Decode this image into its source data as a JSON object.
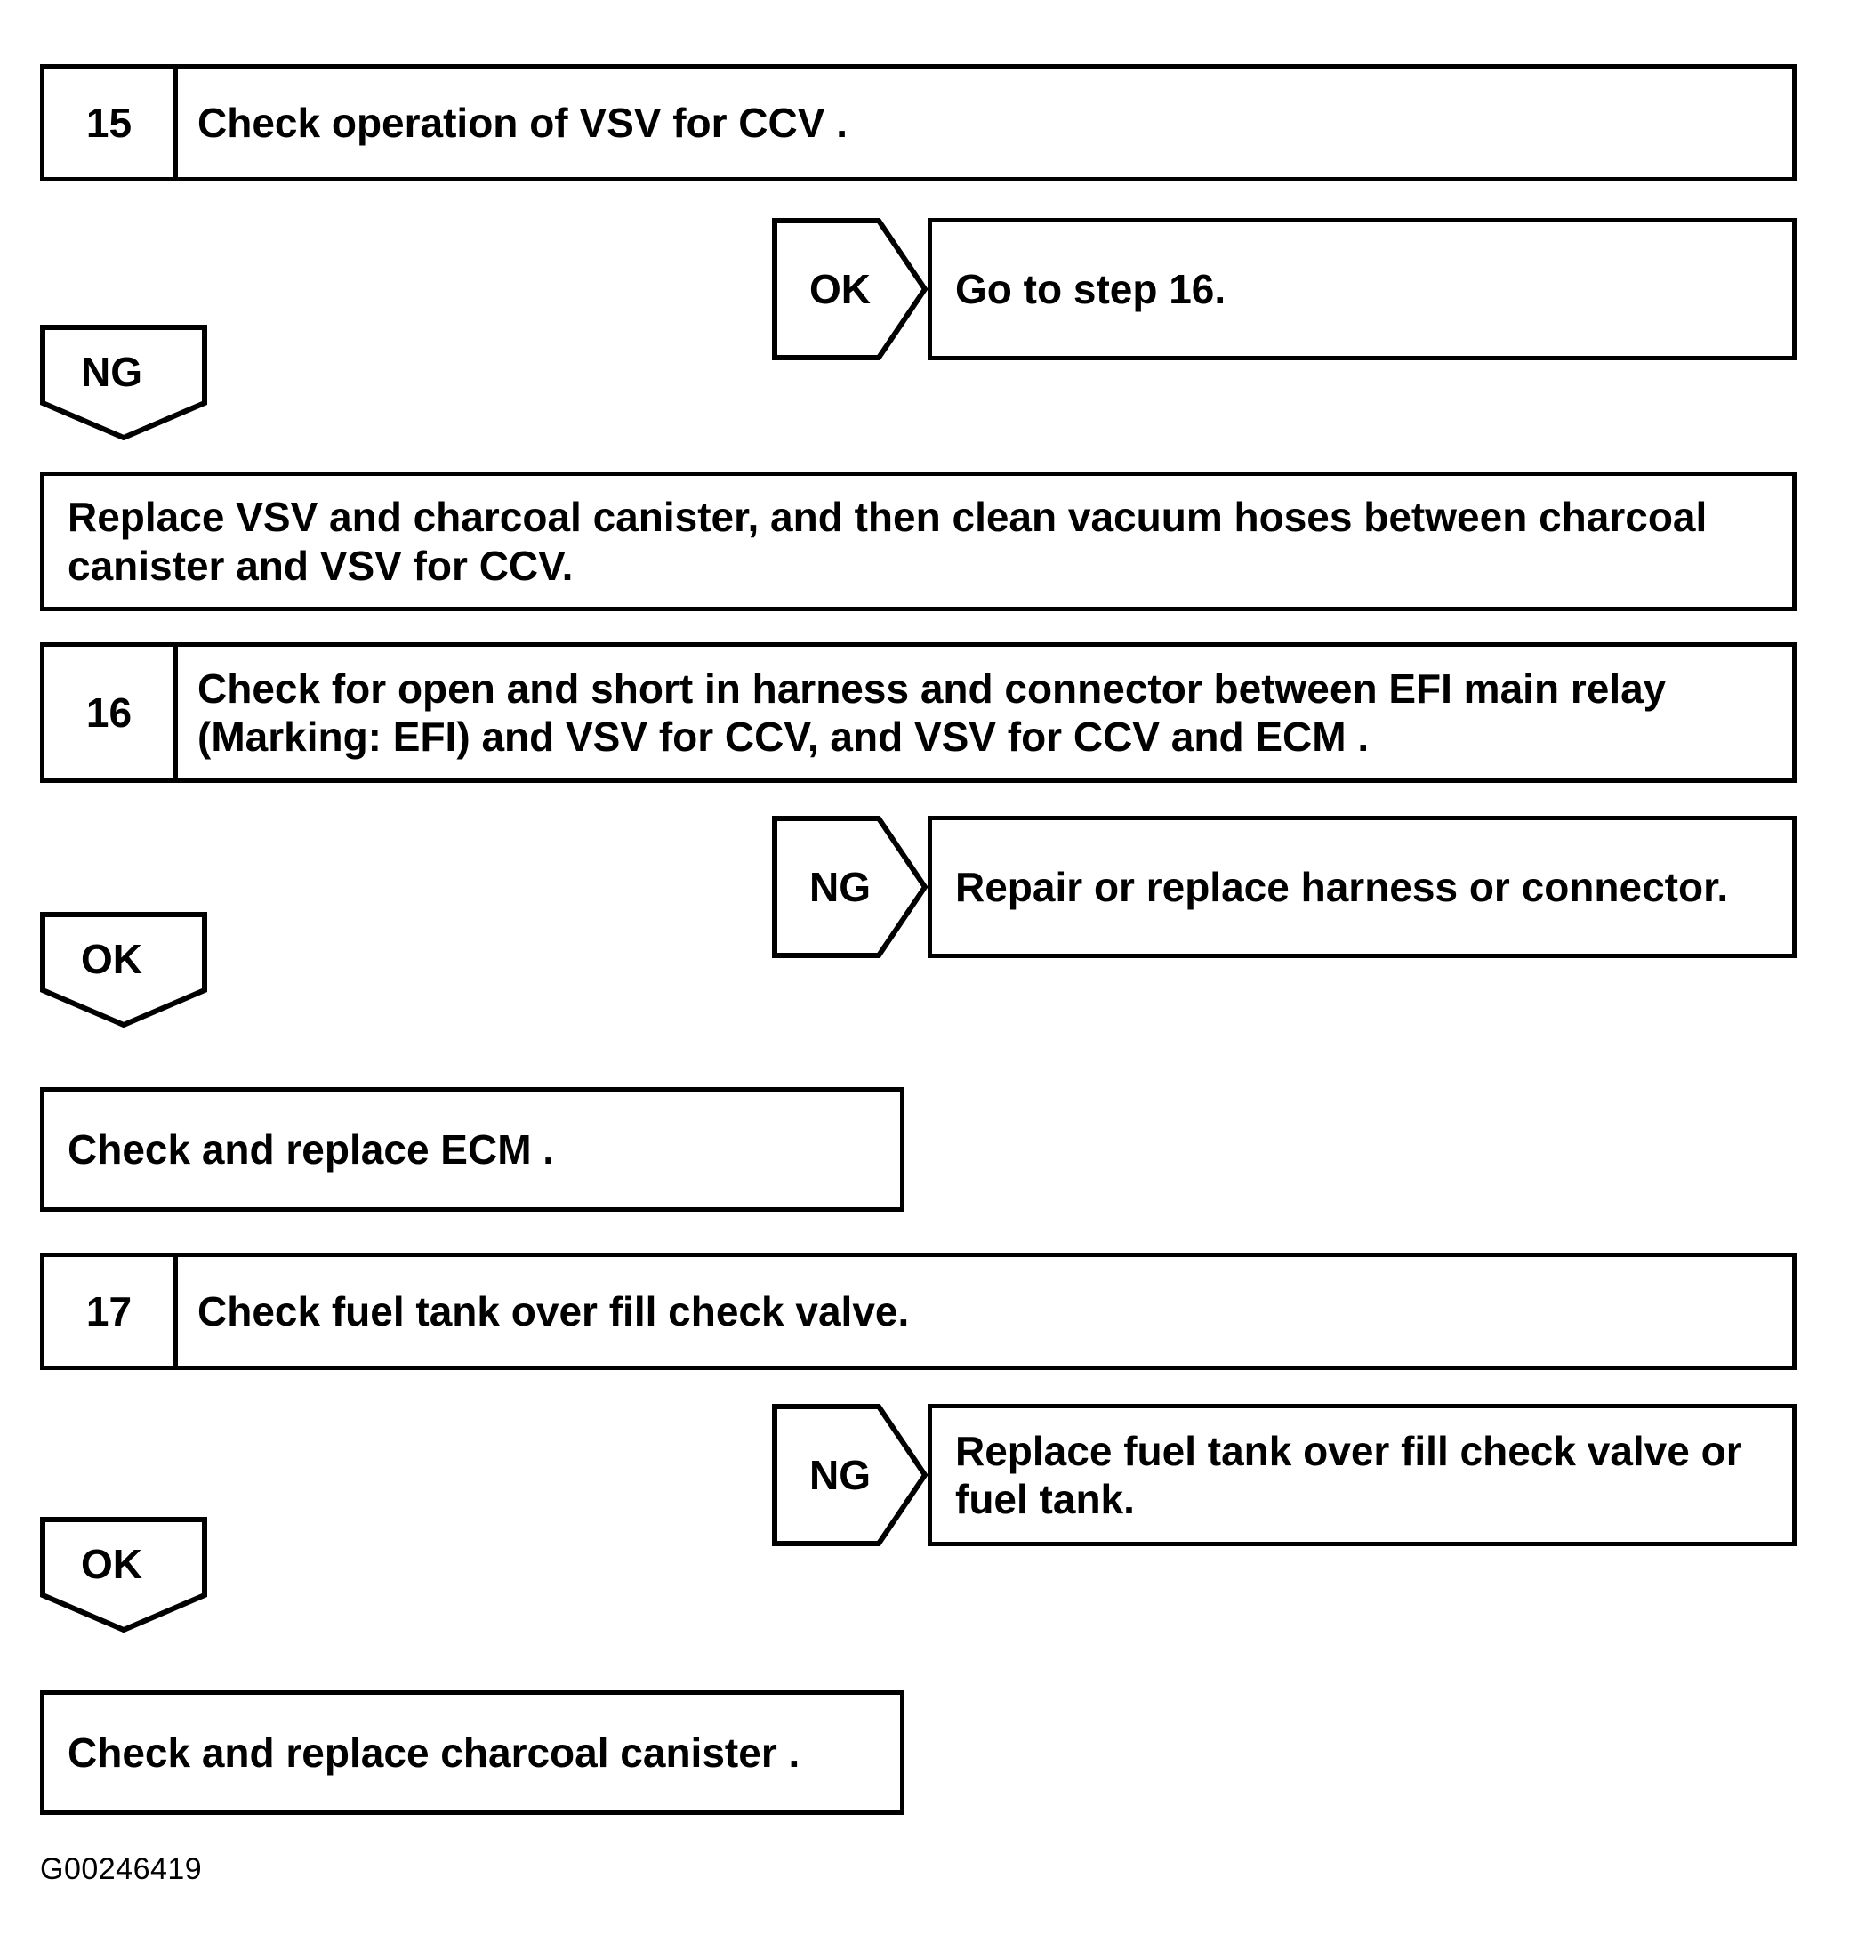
{
  "document": {
    "type": "diagnostic-flowchart",
    "footer_code": "G00246419"
  },
  "steps": [
    {
      "number": "15",
      "text": "Check operation of VSV for CCV ."
    },
    {
      "number": "16",
      "text": "Check for open and short in harness and connector between EFI main relay (Marking: EFI) and VSV for CCV, and VSV for CCV and ECM ."
    },
    {
      "number": "17",
      "text": "Check fuel tank over fill check valve."
    }
  ],
  "branches": {
    "step15_ok": {
      "label": "OK",
      "result": "Go to step 16."
    },
    "step15_ng": {
      "label": "NG",
      "result": "Replace VSV and charcoal canister, and then clean vacuum hoses between charcoal canister and VSV for CCV."
    },
    "step16_ng": {
      "label": "NG",
      "result": "Repair or replace harness or connector."
    },
    "step16_ok": {
      "label": "OK",
      "result": "Check and replace ECM ."
    },
    "step17_ng": {
      "label": "NG",
      "result": "Replace fuel tank over fill check valve or fuel tank."
    },
    "step17_ok": {
      "label": "OK",
      "result": "Check and replace charcoal canister ."
    }
  },
  "colors": {
    "stroke": "#000000",
    "background": "#ffffff"
  }
}
